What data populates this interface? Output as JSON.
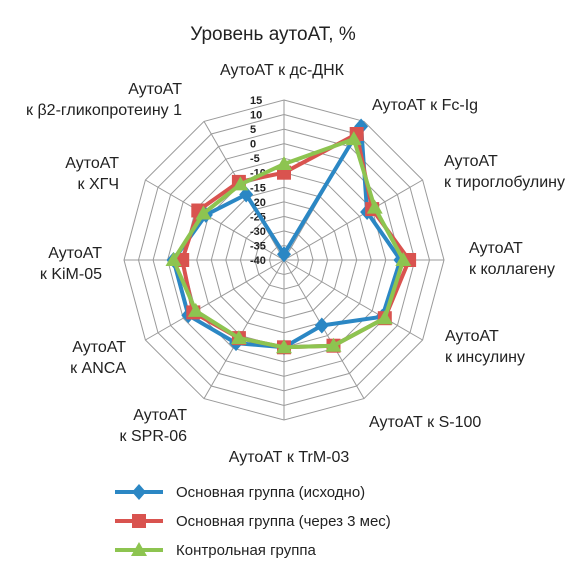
{
  "chart_data": {
    "type": "radar",
    "title": "Уровень аутоАТ, %",
    "axes": [
      {
        "lines": [
          "АутоАТ к дс-ДНК"
        ]
      },
      {
        "lines": [
          "АутоАТ к Fc-Ig"
        ]
      },
      {
        "lines": [
          "АутоАТ",
          "к тироглобулину"
        ]
      },
      {
        "lines": [
          "АутоАТ",
          "к коллагену"
        ]
      },
      {
        "lines": [
          "АутоАТ",
          "к инсулину"
        ]
      },
      {
        "lines": [
          "АутоАТ к S-100"
        ]
      },
      {
        "lines": [
          "АутоАТ к TrM-03"
        ]
      },
      {
        "lines": [
          "АутоАТ",
          "к SPR-06"
        ]
      },
      {
        "lines": [
          "АутоАТ",
          "к ANCA"
        ]
      },
      {
        "lines": [
          "АутоАТ",
          "к KiM-05"
        ]
      },
      {
        "lines": [
          "АутоАТ",
          "к ХГЧ"
        ]
      },
      {
        "lines": [
          "АутоАТ",
          "к β2-гликопротеину 1"
        ]
      }
    ],
    "ticks": [
      "15",
      "10",
      "5",
      "0",
      "-5",
      "-10",
      "-15",
      "-20",
      "-25",
      "-30",
      "-35",
      "-40"
    ],
    "rlim": [
      -40,
      15
    ],
    "series": [
      {
        "name": "Основная группа (исходно)",
        "color": "#2b87c4",
        "marker": "diamond",
        "values": [
          -38,
          13,
          -7,
          0,
          -1,
          -14,
          -10,
          -7,
          -2,
          -2,
          -9,
          -14
        ]
      },
      {
        "name": "Основная группа (через 3 мес)",
        "color": "#d9534f",
        "marker": "square",
        "values": [
          -10,
          10,
          -5,
          3,
          0,
          -6,
          -10,
          -9,
          -4,
          -5,
          -6,
          -9
        ]
      },
      {
        "name": "Контрольная группа",
        "color": "#8dc450",
        "marker": "triangle",
        "values": [
          -7,
          8,
          -4,
          1,
          0,
          -6,
          -10,
          -9,
          -5,
          -2,
          -8,
          -10
        ]
      }
    ]
  }
}
